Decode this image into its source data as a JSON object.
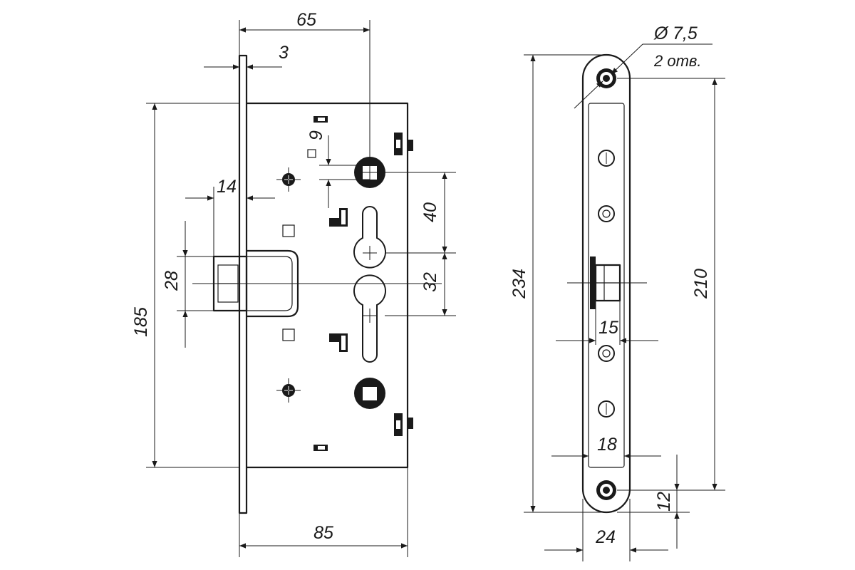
{
  "dimensions": {
    "front_height": "185",
    "strike_width": "3",
    "backset": "65",
    "body_depth": "85",
    "latch_offset": "14",
    "latch_height": "28",
    "spindle_square": "9",
    "spindle_to_cylinder": "40",
    "cylinder_to_cylinder": "32",
    "plate_height": "234",
    "hole_distance": "210",
    "hole_diameter": "7,5",
    "hole_diameter_symbol": "Ø",
    "hole_count": "2 отв.",
    "latch_width": "15",
    "inner_width": "18",
    "plate_width": "24",
    "end_offset": "12"
  },
  "colors": {
    "line": "#1a1a1a",
    "background": "#ffffff"
  }
}
